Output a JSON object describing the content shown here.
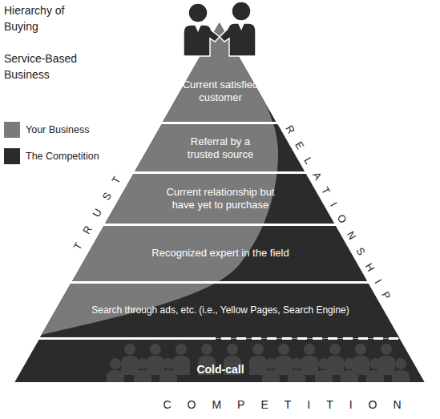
{
  "diagram": {
    "title": "Hierarchy of Buying",
    "nodes": [
      {
        "text": [
          "Current satisfied customer"
        ]
      },
      {
        "text": [
          "Referral by a trusted source"
        ]
      },
      {
        "text": [
          "Current relationship but have yet to purchase"
        ]
      },
      {
        "text": [
          "Recognized expert in the field"
        ]
      },
      {
        "text": [
          "Search through ads, etc. (i.e., Yellow Pages, Search Engine)"
        ]
      },
      {
        "text": [
          "Cold-call"
        ]
      }
    ],
    "labels": [
      "Service-Based Business",
      "TRUST",
      "RELATIONSHIP",
      "COMPETITION"
    ],
    "legend": [
      {
        "text": "Your Business",
        "color": "#7a7a7a"
      },
      {
        "text": "The Competition",
        "color": "#2b2b2b"
      }
    ]
  }
}
